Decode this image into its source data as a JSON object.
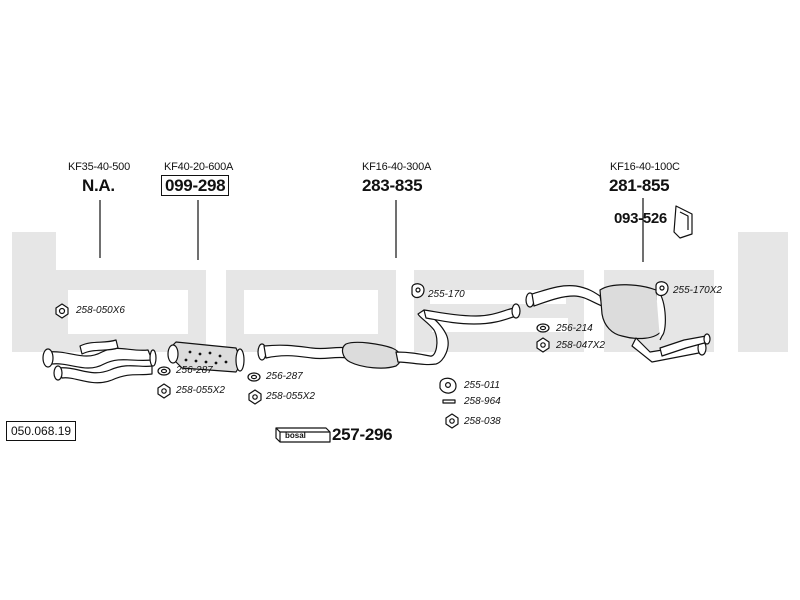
{
  "drawing_number": "050.068.19",
  "brand_watermark": "bosal",
  "kit_reference": {
    "label": "bosal",
    "number": "257-296"
  },
  "sections": [
    {
      "oe_code": "KF35-40-500",
      "part_number": "N.A.",
      "boxed": false
    },
    {
      "oe_code": "KF40-20-600A",
      "part_number": "099-298",
      "boxed": true
    },
    {
      "oe_code": "KF16-40-300A",
      "part_number": "283-835",
      "boxed": false
    },
    {
      "oe_code": "KF16-40-100C",
      "part_number": "281-855",
      "boxed": false
    }
  ],
  "accessories": {
    "heat_shield": "093-526",
    "front_pipe_gasket": "258-050X6",
    "cat_gasket_in": "256-287",
    "cat_nut_in": "258-055X2",
    "cat_gasket_out": "256-287",
    "cat_nut_out": "258-055X2",
    "center_hanger": "255-170",
    "rear_hanger": "255-170X2",
    "rear_gasket": "256-214",
    "rear_nut": "258-047X2",
    "mid_rubber": "255-011",
    "mid_bolt": "258-964",
    "mid_nut": "258-038"
  },
  "colors": {
    "line": "#111111",
    "watermark": "#e6e6e6",
    "part_fill": "#dcdcdc"
  }
}
